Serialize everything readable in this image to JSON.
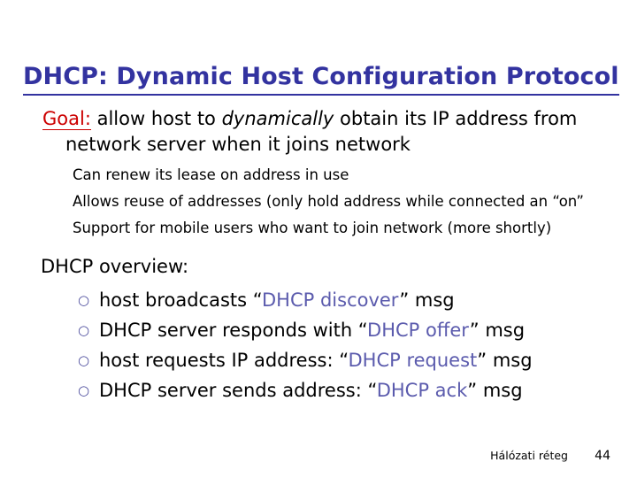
{
  "slide": {
    "title": "DHCP: Dynamic Host Configuration Protocol",
    "goal": {
      "label": "Goal:",
      "text_before_italic": " allow host to ",
      "italic_word": "dynamically",
      "text_after_italic": " obtain its IP address from network server when it joins network"
    },
    "sub_points": [
      "Can renew its lease on address in use",
      "Allows reuse of addresses (only hold address while connected an “on”",
      "Support for mobile users who want to join network (more shortly)"
    ],
    "overview_heading": "DHCP overview:",
    "overview_items": [
      {
        "bullet": "hollow-circle-bullet",
        "prefix": "host broadcasts “",
        "msg": "DHCP discover",
        "suffix": "” msg"
      },
      {
        "bullet": "hollow-circle-bullet",
        "prefix": "DHCP server responds with “",
        "msg": "DHCP offer",
        "suffix": "” msg"
      },
      {
        "bullet": "hollow-circle-bullet",
        "prefix": "host requests IP address: “",
        "msg": "DHCP request",
        "suffix": "” msg"
      },
      {
        "bullet": "hollow-circle-bullet",
        "prefix": "DHCP server sends address: “",
        "msg": "DHCP ack",
        "suffix": "” msg"
      }
    ],
    "bullet_glyph": "○",
    "footer": {
      "label": "Hálózati réteg",
      "page_number": "44"
    },
    "colors": {
      "title": "#3333a0",
      "goal_label": "#cc0000",
      "msg_name": "#5b5bad",
      "bullet": "#4a4a9c",
      "body_text": "#000000",
      "background": "#ffffff"
    }
  }
}
